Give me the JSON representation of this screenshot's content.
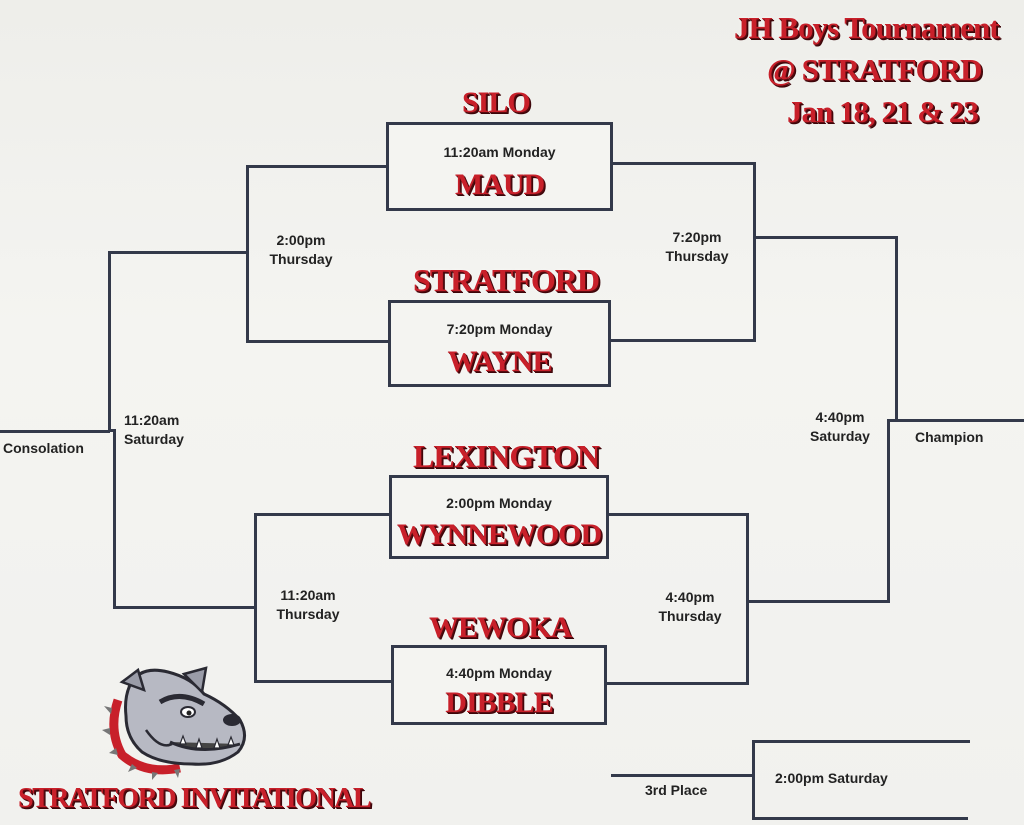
{
  "title": {
    "line1": "JH Boys Tournament",
    "line2": "@ STRATFORD",
    "line3": "Jan 18, 21 & 23"
  },
  "round1": [
    {
      "top_team": "SILO",
      "time": "11:20am Monday",
      "bottom_team": "MAUD"
    },
    {
      "top_team": "STRATFORD",
      "time": "7:20pm Monday",
      "bottom_team": "WAYNE"
    },
    {
      "top_team": "LEXINGTON",
      "time": "2:00pm Monday",
      "bottom_team": "WYNNEWOOD"
    },
    {
      "top_team": "WEWOKA",
      "time": "4:40pm Monday",
      "bottom_team": "DIBBLE"
    }
  ],
  "consolation_semis": {
    "top": {
      "time": "2:00pm",
      "day": "Thursday"
    },
    "bottom": {
      "time": "11:20am",
      "day": "Thursday"
    }
  },
  "consolation_final": {
    "time": "11:20am",
    "day": "Saturday",
    "label": "Consolation"
  },
  "winner_semis": {
    "top": {
      "time": "7:20pm",
      "day": "Thursday"
    },
    "bottom": {
      "time": "4:40pm",
      "day": "Thursday"
    }
  },
  "championship": {
    "time": "4:40pm",
    "day": "Saturday",
    "label": "Champion"
  },
  "third_place": {
    "label": "3rd Place",
    "time": "2:00pm Saturday"
  },
  "logo": {
    "text": "STRATFORD INVITATIONAL",
    "mascot": "bulldog-icon"
  }
}
